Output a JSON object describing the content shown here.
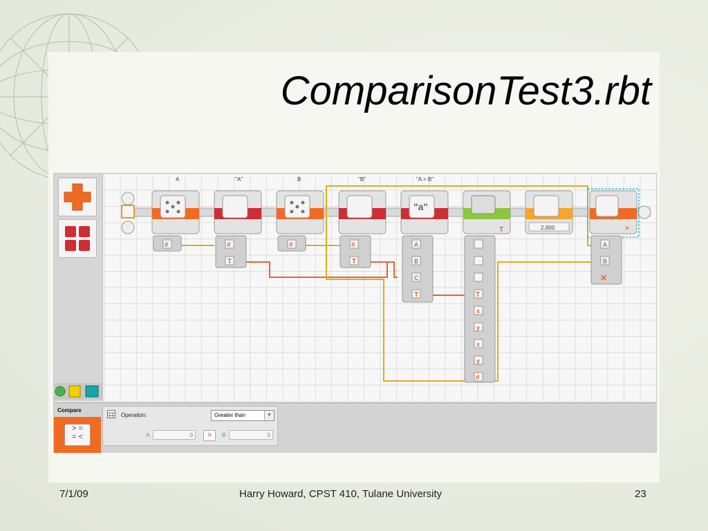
{
  "slide": {
    "title": "ComparisonTest3.rbt",
    "footer_date": "7/1/09",
    "footer_center": "Harry Howard, CPST 410, Tulane University",
    "footer_page": "23"
  },
  "program": {
    "column_labels": [
      "A",
      "\"A\"",
      "B",
      "\"B\"",
      "\"A > B\""
    ],
    "wait_value": "2.000",
    "text_block_label": "\"a\"",
    "compare_plug_symbol": ">",
    "text_plug_labels": [
      "A",
      "B",
      "C",
      "T"
    ],
    "display_plug_labels": [
      "T",
      "x",
      "y",
      "x",
      "y",
      "#"
    ],
    "compare_plug_labels": [
      "A",
      "B"
    ],
    "number_plug": "#",
    "text_plug": "T"
  },
  "config": {
    "block_name": "Compare",
    "operation_label": "Operation:",
    "operation_value": "Greater than",
    "a_label": "A",
    "a_value": "0",
    "b_label": "B",
    "b_value": "0",
    "operator_symbol": ">"
  },
  "colors": {
    "orange": "#f26a22",
    "red": "#cf2d33",
    "green": "#8cc63f",
    "wire_yellow": "#e2ab1b",
    "wire_orange": "#e0672b"
  }
}
